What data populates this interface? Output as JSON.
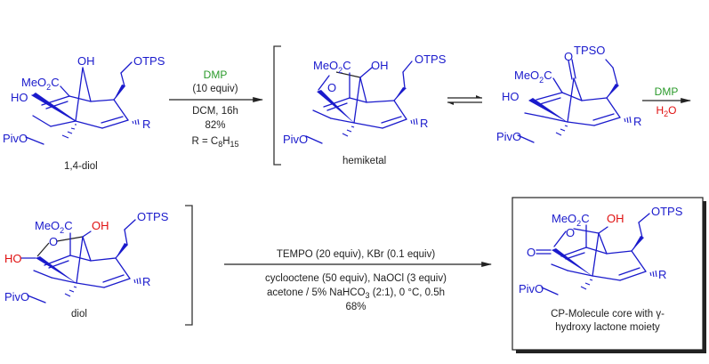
{
  "colors": {
    "structure": "#1a1acc",
    "reagent_green": "#2a9a2a",
    "highlight_red": "#e01010",
    "text": "#222222"
  },
  "compounds": {
    "diol14": {
      "label": "1,4-diol",
      "atoms": {
        "oh": "OH",
        "otps": "OTPS",
        "ester_pre": "MeO",
        "ester_sub": "2",
        "ester_post": "C",
        "ho": "HO",
        "r": "R",
        "pivo": "PivO"
      }
    },
    "hemiketal": {
      "label": "hemiketal",
      "atoms": {
        "ester_pre": "MeO",
        "ester_sub": "2",
        "ester_post": "C",
        "oh": "OH",
        "otps": "OTPS",
        "o": "O",
        "r": "R",
        "pivo": "PivO"
      }
    },
    "ketone": {
      "atoms": {
        "o": "O",
        "tpso": "TPSO",
        "ester_pre": "MeO",
        "ester_sub": "2",
        "ester_post": "C",
        "ho": "HO",
        "r": "R",
        "pivo": "PivO"
      }
    },
    "diol": {
      "label": "diol",
      "atoms": {
        "ester_pre": "MeO",
        "ester_sub": "2",
        "ester_post": "C",
        "oh": "OH",
        "otps": "OTPS",
        "o": "O",
        "ho": "HO",
        "r": "R",
        "pivo": "PivO"
      }
    },
    "product": {
      "caption_line1": "CP-Molecule core with γ-",
      "caption_line2": "hydroxy lactone moiety",
      "atoms": {
        "ester_pre": "MeO",
        "ester_sub": "2",
        "ester_post": "C",
        "oh": "OH",
        "otps": "OTPS",
        "o_ring": "O",
        "o_carbonyl": "O",
        "r": "R",
        "pivo": "PivO"
      }
    }
  },
  "steps": {
    "step1": {
      "reagent": "DMP",
      "equiv": "(10 equiv)",
      "solvent_time": "DCM, 16h",
      "yield": "82%",
      "r_def_pre": "R = C",
      "r_def_sub1": "8",
      "r_def_mid": "H",
      "r_def_sub2": "15"
    },
    "step2": {
      "reagent": "DMP",
      "cosolvent_pre": "H",
      "cosolvent_sub": "2",
      "cosolvent_post": "O"
    },
    "step3": {
      "line1": "TEMPO (20 equiv), KBr (0.1 equiv)",
      "line2": "cyclooctene (50 equiv), NaOCl (3 equiv)",
      "line3_pre": "acetone / 5% NaHCO",
      "line3_sub": "3",
      "line3_post": " (2:1), 0 °C, 0.5h",
      "yield": "68%"
    }
  }
}
